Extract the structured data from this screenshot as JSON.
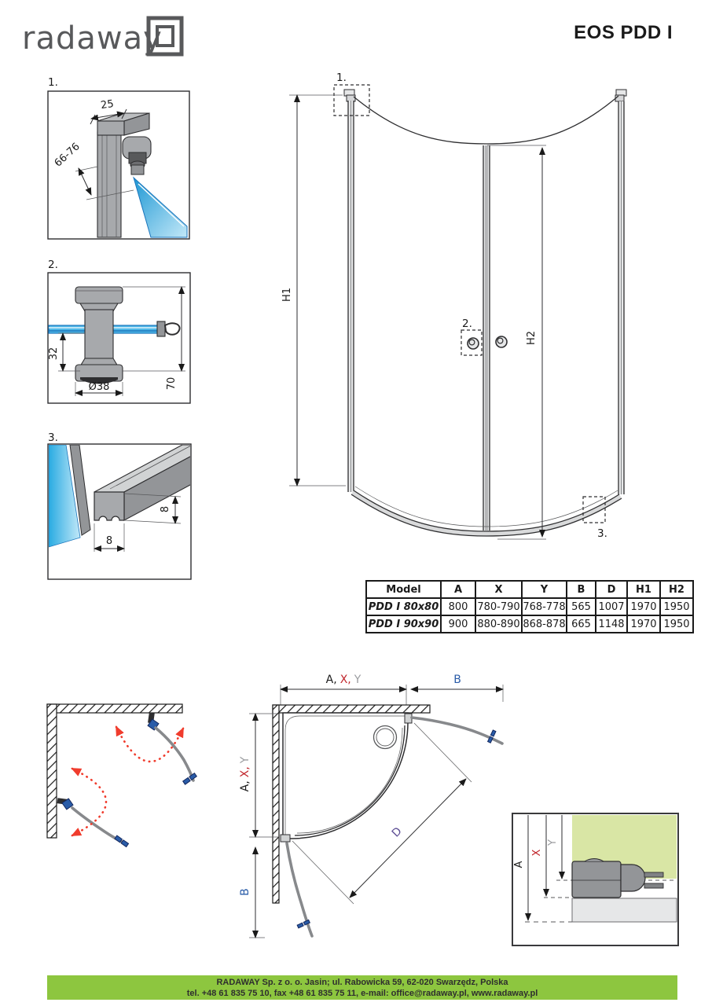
{
  "header": {
    "logo_text": "radaway",
    "title": "EOS PDD I"
  },
  "details": {
    "d1": {
      "label": "1.",
      "dim_width": "25",
      "dim_depth_range": "66-76"
    },
    "d2": {
      "label": "2.",
      "dim_offset": "32",
      "dim_diameter": "Ø38",
      "dim_height": "70"
    },
    "d3": {
      "label": "3.",
      "dim_vertical": "8",
      "dim_horizontal": "8"
    }
  },
  "main_drawing": {
    "callout_1": "1.",
    "callout_2": "2.",
    "callout_3": "3.",
    "dim_h1": "H1",
    "dim_h2": "H2"
  },
  "table": {
    "headers": [
      {
        "label": "Model"
      },
      {
        "label": "A"
      },
      {
        "label": "X"
      },
      {
        "label": "Y"
      },
      {
        "label": "B"
      },
      {
        "label": "D"
      },
      {
        "label": "H1"
      },
      {
        "label": "H2"
      }
    ],
    "rows": [
      {
        "model": "PDD I 80x80",
        "a": "800",
        "x": "780-790",
        "y": "768-778",
        "b": "565",
        "d": "1007",
        "h1": "1970",
        "h2": "1950"
      },
      {
        "model": "PDD I 90x90",
        "a": "900",
        "x": "880-890",
        "y": "868-878",
        "b": "665",
        "d": "1148",
        "h1": "1970",
        "h2": "1950"
      }
    ]
  },
  "top_view": {
    "dim_a": "A,",
    "dim_x": "X,",
    "dim_y": "Y",
    "dim_b": "B",
    "dim_d": "D"
  },
  "corner_detail": {
    "dim_a": "A",
    "dim_x": "X",
    "dim_y": "Y"
  },
  "footer": {
    "line1": "RADAWAY Sp. z o. o. Jasin; ul. Rabowicka 59, 62-020 Swarzędz, Polska",
    "line2": "tel. +48 61 835 75 10, fax +48 61 835 75 11, e-mail: office@radaway.pl, www.radaway.pl"
  },
  "colors": {
    "accent_red": "#c1272d",
    "accent_gray": "#9b9da0",
    "accent_blue": "#2a5ca8",
    "accent_purple": "#5f5096",
    "arc_red": "#f03c2d",
    "footer_green": "#8dc63f",
    "wall_green": "#d9e6a5",
    "glass_blue": "#29abe2",
    "logo_gray": "#58595b"
  }
}
